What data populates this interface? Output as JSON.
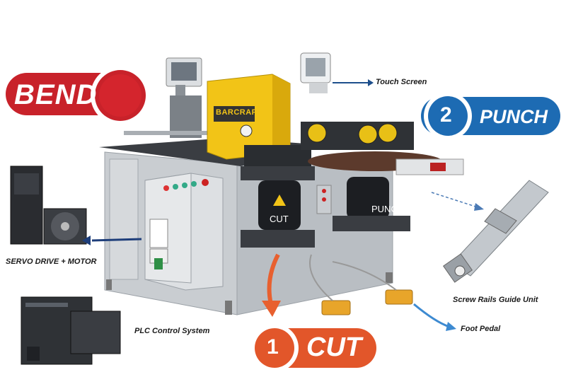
{
  "badges": {
    "bend": "BEND",
    "punch_number": "2",
    "punch": "PUNCH",
    "cut_number": "1",
    "cut": "CUT"
  },
  "machine": {
    "brand": "BARCRAFT",
    "cut_module_label": "CUT",
    "punch_module_label": "PUNC"
  },
  "callouts": {
    "touch_screen": "Touch Screen",
    "servo": "SERVO DRIVE + MOTOR",
    "plc": "PLC Control System",
    "screw_rails": "Screw Rails Guide Unit",
    "foot_pedal": "Foot Pedal"
  },
  "colors": {
    "bend_red": "#c8222a",
    "punch_blue": "#1d6bb3",
    "cut_orange": "#e2562a",
    "machine_yellow": "#f2c417",
    "machine_grey": "#c9cdd1"
  }
}
